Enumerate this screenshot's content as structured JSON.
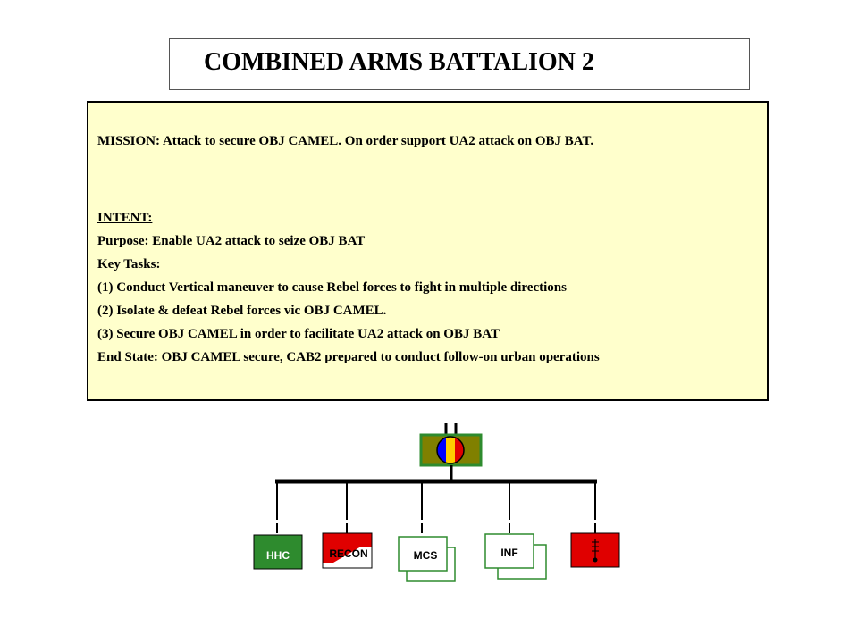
{
  "title": "COMBINED ARMS BATTALION 2",
  "mission": {
    "label": "MISSION:",
    "text": " Attack to secure OBJ CAMEL.  On order support UA2 attack on OBJ BAT."
  },
  "intent": {
    "label": "INTENT:",
    "lines": [
      "Purpose:  Enable UA2 attack to seize OBJ BAT",
      "Key Tasks:",
      "(1) Conduct Vertical maneuver to cause Rebel forces to fight in multiple directions",
      "(2) Isolate & defeat Rebel forces vic OBJ CAMEL.",
      "(3) Secure OBJ CAMEL in order to facilitate UA2 attack on OBJ BAT",
      "End State:  OBJ CAMEL secure, CAB2 prepared to conduct follow-on urban operations"
    ]
  },
  "org_chart": {
    "units": [
      {
        "label": "HHC",
        "fill": "#2e8b2e",
        "text_color": "#ffffff"
      },
      {
        "label": "RECON",
        "fill": "#ffffff",
        "accent": "#e00000",
        "text_color": "#000000"
      },
      {
        "label": "MCS",
        "fill": "#ffffff",
        "text_color": "#000000"
      },
      {
        "label": "INF",
        "fill": "#ffffff",
        "text_color": "#000000"
      },
      {
        "label": "",
        "fill": "#e00000",
        "text_color": "#000000"
      }
    ],
    "colors": {
      "hq_frame": "#808000",
      "hq_border": "#2e8b2e",
      "hq_red": "#e00000",
      "hq_yellow": "#ffcc00",
      "hq_blue": "#0000ff",
      "unit_border": "#2e8b2e"
    }
  }
}
